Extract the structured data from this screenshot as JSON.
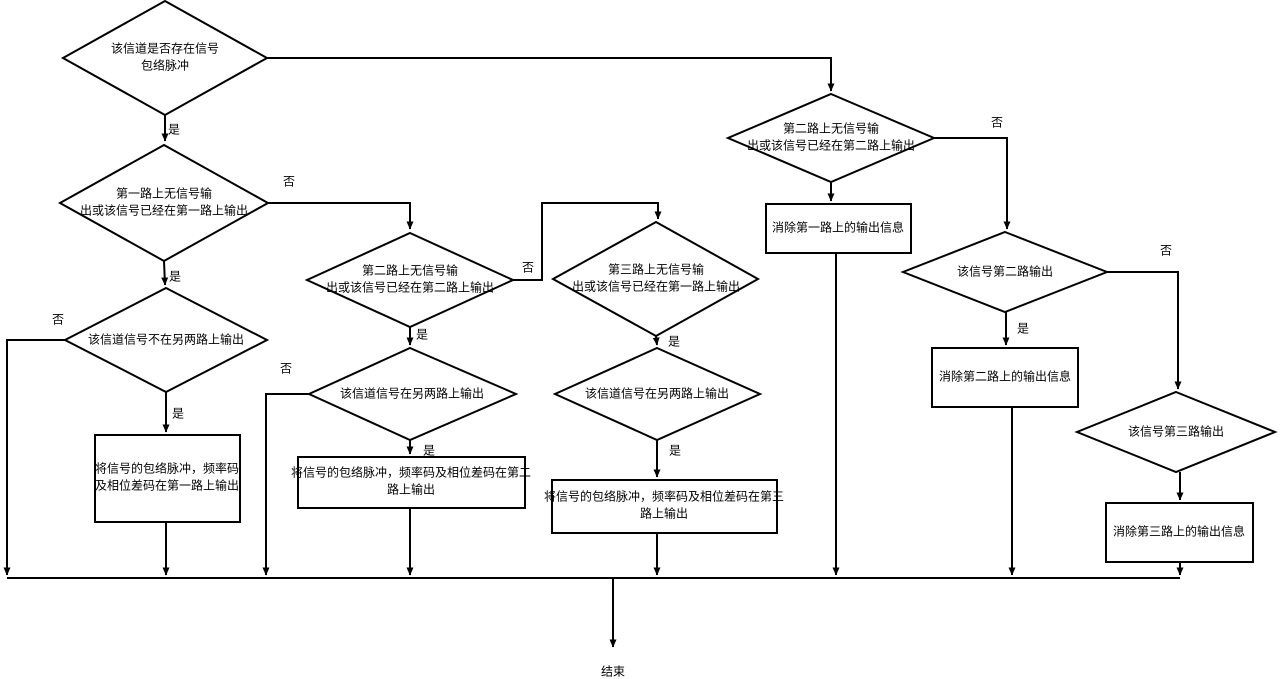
{
  "diagram": {
    "background_color": "#ffffff",
    "stroke_color": "#000000",
    "nodes": {
      "start_decision": {
        "shape": "decision",
        "label": "该信道是否存在信号\n包络脉冲"
      },
      "ch1_free_decision": {
        "shape": "decision",
        "label": "第一路上无信号输\n出或该信号已经在第一路上输出"
      },
      "not_on_other_two_decision": {
        "shape": "decision",
        "label": "该信道信号不在另两路上输出"
      },
      "output_ch1_process": {
        "shape": "process",
        "label": "将信号的包络脉冲，频率码\n及相位差码在第一路上输出"
      },
      "ch2_free_decision": {
        "shape": "decision",
        "label": "第二路上无信号输\n出或该信号已经在第二路上输出"
      },
      "on_other_two_decision_a": {
        "shape": "decision",
        "label": "该信道信号在另两路上输出"
      },
      "output_ch2_process": {
        "shape": "process",
        "label": "将信号的包络脉冲，频率码及相位差码在第二\n路上输出"
      },
      "ch3_free_decision": {
        "shape": "decision",
        "label": "第三路上无信号输\n出或该信号已经在第一路上输出"
      },
      "on_other_two_decision_b": {
        "shape": "decision",
        "label": "该信道信号在另两路上输出"
      },
      "output_ch3_process": {
        "shape": "process",
        "label": "将信号的包络脉冲，频率码及相位差码在第三\n路上输出"
      },
      "ch2_free_decision_top": {
        "shape": "decision",
        "label": "第二路上无信号输\n出或该信号已经在第二路上输出"
      },
      "clear_ch1_process": {
        "shape": "process",
        "label": "消除第一路上的输出信息"
      },
      "signal_on_ch2_decision": {
        "shape": "decision",
        "label": "该信号第二路输出"
      },
      "clear_ch2_process": {
        "shape": "process",
        "label": "消除第二路上的输出信息"
      },
      "signal_on_ch3_decision": {
        "shape": "decision",
        "label": "该信号第三路输出"
      },
      "clear_ch3_process": {
        "shape": "process",
        "label": "消除第三路上的输出信息"
      }
    },
    "edge_labels": {
      "yes": "是",
      "no": "否"
    },
    "end_label": "结束"
  }
}
